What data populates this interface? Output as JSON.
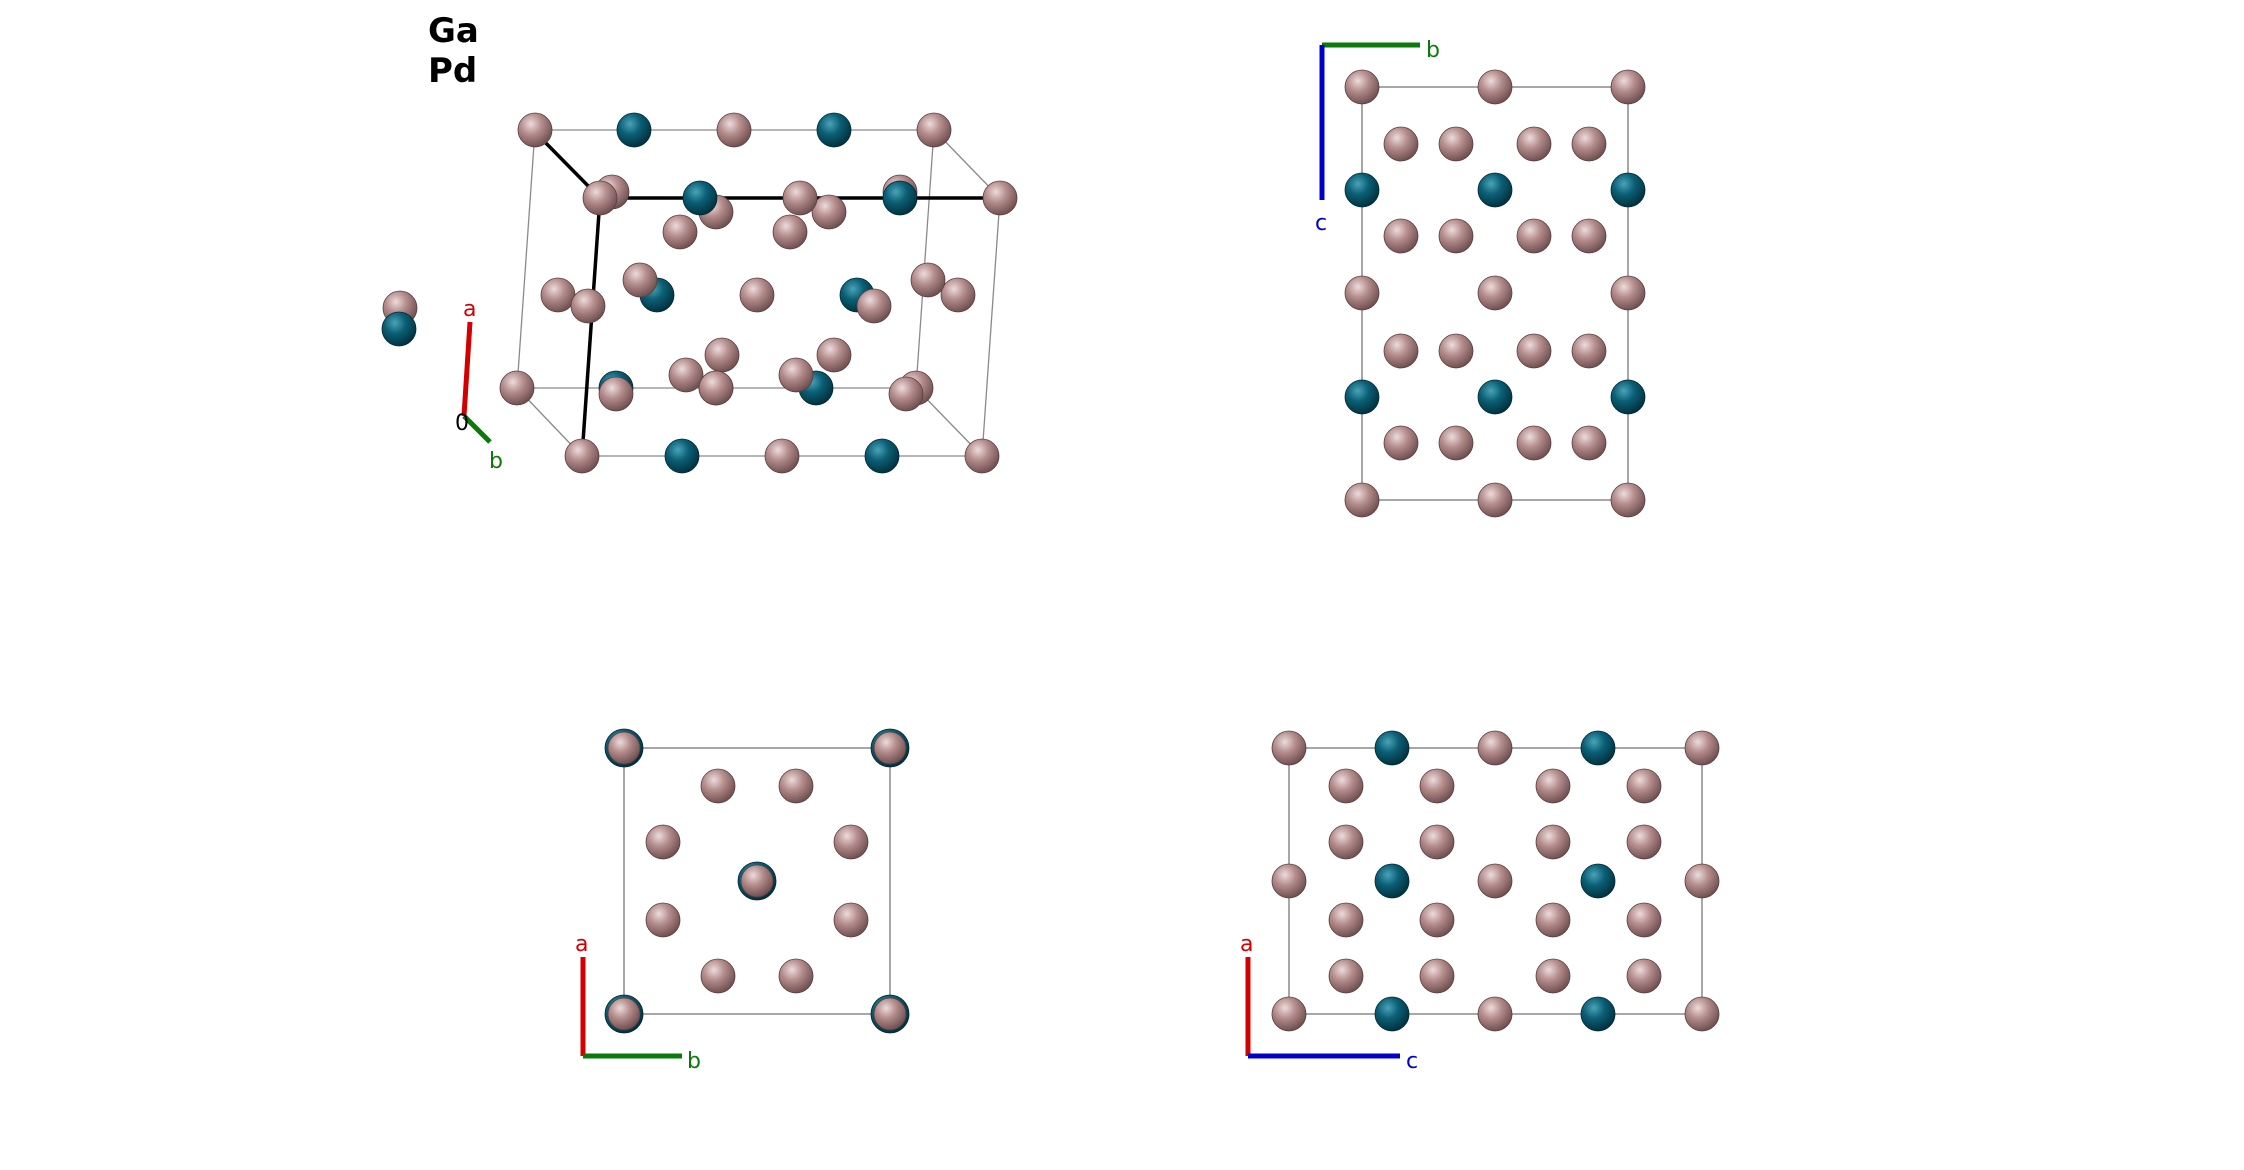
{
  "legend": {
    "elements": [
      "Ga",
      "Pd"
    ]
  },
  "colors": {
    "ga": "#a87f80",
    "pd": "#0b5f75",
    "axis_a": "#d40000",
    "axis_b": "#0a7a0a",
    "axis_c": "#0000cc",
    "cell_edge": "#8a8a8a"
  },
  "panels": [
    {
      "view": "perspective",
      "axes": [
        "a",
        "b",
        "0"
      ]
    },
    {
      "view": "along-a",
      "axes": [
        "b",
        "c"
      ]
    },
    {
      "view": "along-c",
      "axes": [
        "a",
        "b"
      ]
    },
    {
      "view": "along-b",
      "axes": [
        "a",
        "c"
      ]
    }
  ]
}
